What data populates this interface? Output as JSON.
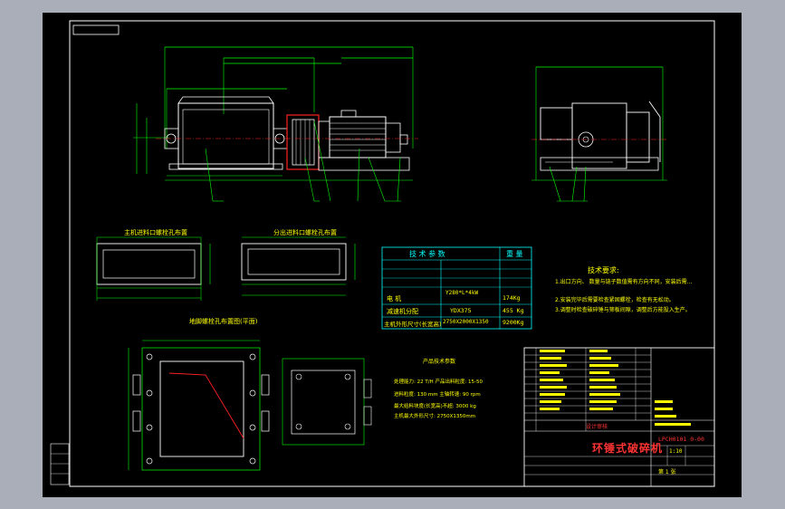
{
  "drawing": {
    "title_main": "环锤式破碎机",
    "drawing_number": "LPCH0101 0-00",
    "tech_table": {
      "header": [
        "技 术 参 数",
        "重 量"
      ],
      "rows": [
        {
          "label": "电 机",
          "value": "Y280*L*4kW",
          "weight": "174Kg"
        },
        {
          "label": "减速机分配",
          "value": "YDX375",
          "weight": "455 Kg"
        },
        {
          "label": "主机外形尺寸(长宽高)",
          "value": "2750X2000X1350",
          "weight": "9200Kg"
        }
      ]
    },
    "requirements": {
      "heading": "技术要求:",
      "items": [
        "1.出口方向、 数量与链子数值需有方向不同，安装后需...",
        "2.安装完毕后需要检查紧固螺栓，检查有无松动。",
        "3.调整时检查破碎锤与筛板间隙，调整后方能投入生产。"
      ]
    },
    "views": {
      "inlet_flange": "主机进料口螺栓孔布置",
      "outlet_flange": "分出进料口螺栓孔布置",
      "foundation": "地脚螺栓孔布置图(平面)"
    },
    "params": {
      "heading": "产品技术参数",
      "line1": "处理能力: 22 T/H 产品出料粒度: 15-50",
      "line2": "进料粒度: 130 mm 主轴转速: 90 rpm",
      "line3": "最大给料块度(长宽高)不超: 3000 kg",
      "line4": "主机最大外形尺寸: 2750X1350mm"
    },
    "title_block": {
      "company": "设计审核",
      "scale": "1:10",
      "sheet": "第 1 张"
    },
    "colors": {
      "background": "#000000",
      "frame": "#ffffff",
      "machine": "#ffffff",
      "dims": "#00ff00",
      "centerline": "#ff2020",
      "text": "#ffff00",
      "table": "#00ffff",
      "title_red": "#ff3030"
    }
  }
}
